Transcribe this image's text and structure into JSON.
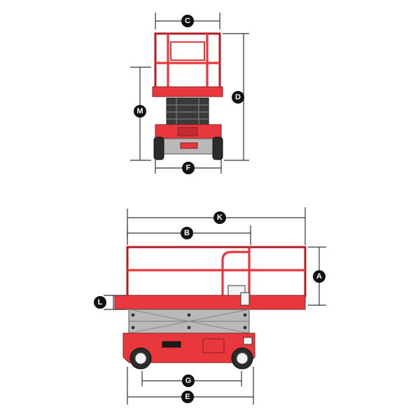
{
  "diagram": {
    "labels": {
      "A": "A",
      "B": "B",
      "C": "C",
      "D": "D",
      "E": "E",
      "F": "F",
      "G": "G",
      "K": "K",
      "L": "L",
      "M": "M"
    },
    "colors": {
      "machine_red": "#e8383d",
      "outline": "#8a1f22",
      "dimension_line": "#333333",
      "badge": "#111111"
    }
  }
}
